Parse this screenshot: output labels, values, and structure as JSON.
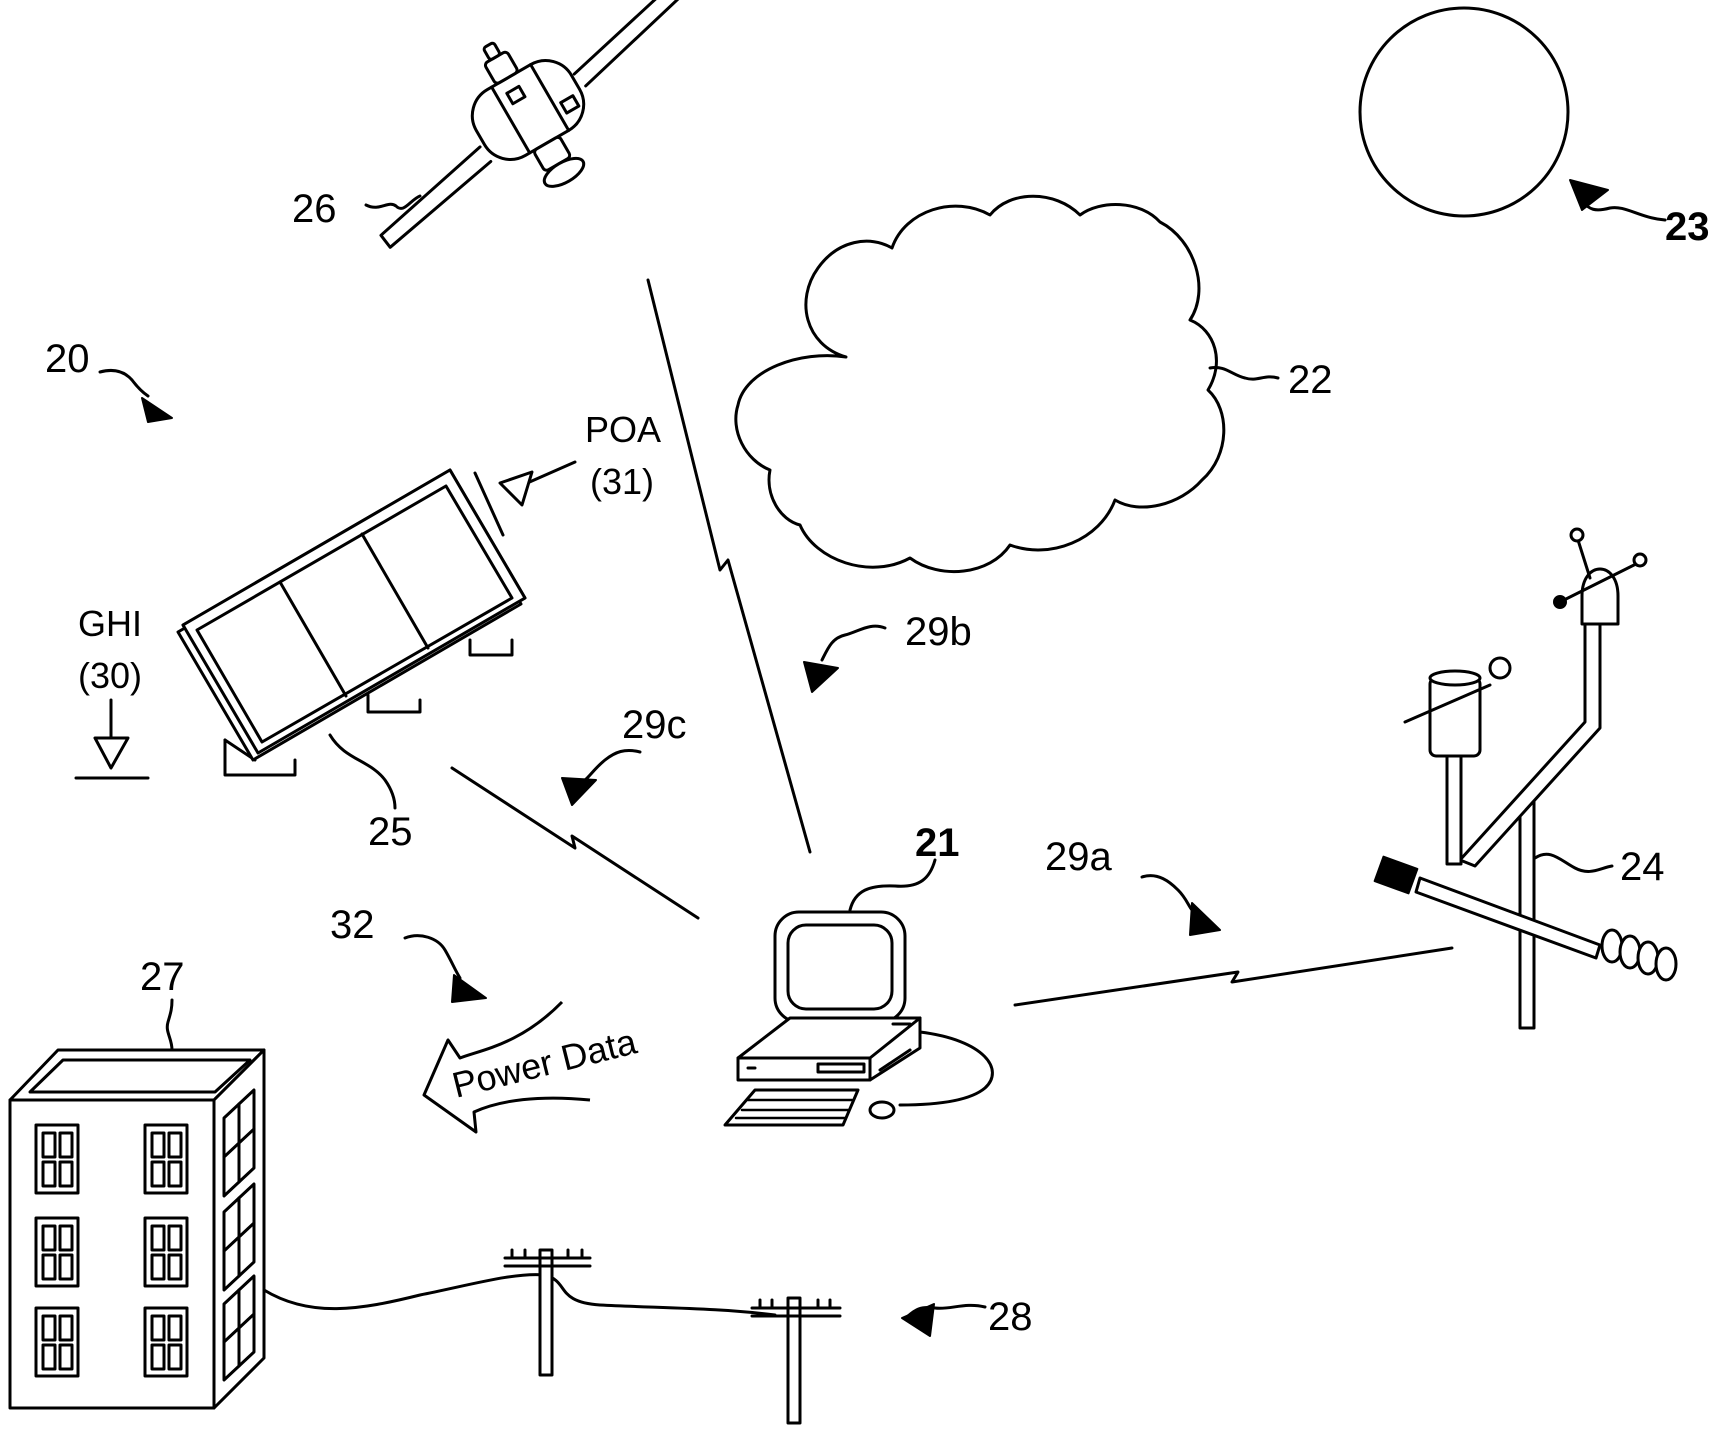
{
  "labels": {
    "system": "20",
    "computer": "21",
    "cloud": "22",
    "sun": "23",
    "weather_station": "24",
    "solar_panel": "25",
    "satellite": "26",
    "building": "27",
    "power_lines": "28",
    "link_a": "29a",
    "link_b": "29b",
    "link_c": "29c",
    "power_data_flow": "32"
  },
  "annotations": {
    "poa_title": "POA",
    "poa_ref": "(31)",
    "ghi_title": "GHI",
    "ghi_ref": "(30)",
    "power_data": "Power Data"
  }
}
